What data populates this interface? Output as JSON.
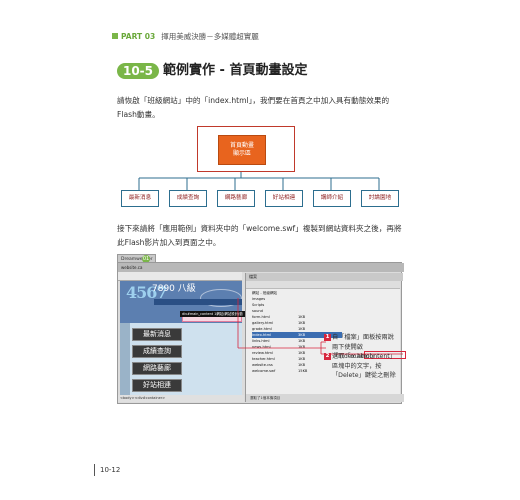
{
  "header": {
    "part": "PART 03",
    "title": "揮用美威決勝－多媒體超實麗"
  },
  "section": {
    "number": "10-5",
    "title": "範例實作 - 首頁動畫設定"
  },
  "paragraph1": "請恢啟「班級網站」中的「index.html」，我們要在首頁之中加入具有動態效果的Flash動畫。",
  "diagram": {
    "root_line1": "首頁動畫",
    "root_line2": "顯示區",
    "children": [
      "最新消息",
      "成績查詢",
      "網路藝廊",
      "好站相連",
      "講師介紹",
      "討論園地"
    ]
  },
  "paragraph2": "接下來請將「應用範例」資料夾中的「welcome.swf」複製到網站資料夾之後，再將此Flash影片加入到頁面之中。",
  "screenshot": {
    "tab_label": "Dreamweaver",
    "tab_number": "01",
    "doc_tab": "website.ca",
    "flash_digits": "4567",
    "flash_small": "7890 八級",
    "tooltip": "div#main_content 1網站(網站設計)動",
    "menu": [
      "最新消息",
      "成績查詢",
      "網路藝廊",
      "好站相連"
    ],
    "status": "<body><div#container>",
    "panel_title": "檔案",
    "files": [
      {
        "name": "網站 - 班級網站",
        "size": ""
      },
      {
        "name": "images",
        "size": ""
      },
      {
        "name": "Scripts",
        "size": ""
      },
      {
        "name": "sound",
        "size": ""
      },
      {
        "name": "form.html",
        "size": "1KB"
      },
      {
        "name": "gallery.html",
        "size": "1KB"
      },
      {
        "name": "grade.html",
        "size": "1KB"
      },
      {
        "name": "index.html",
        "size": "3KB"
      },
      {
        "name": "links.html",
        "size": "1KB"
      },
      {
        "name": "news.html",
        "size": "1KB"
      },
      {
        "name": "review.html",
        "size": "1KB"
      },
      {
        "name": "teacher.html",
        "size": "1KB"
      },
      {
        "name": "website.css",
        "size": "1KB"
      },
      {
        "name": "welcome.swf",
        "size": "15KB"
      }
    ],
    "files_bottom": "選取了1個本機項目"
  },
  "notes": [
    {
      "number": "1",
      "text": "自「檔案」面板按兩說兩下使開啟「index.html」"
    },
    {
      "number": "2",
      "text": "選取「maincontent」區塊中的文字，按「Delete」鍵從之刪除"
    }
  ],
  "page_number": "10-12"
}
